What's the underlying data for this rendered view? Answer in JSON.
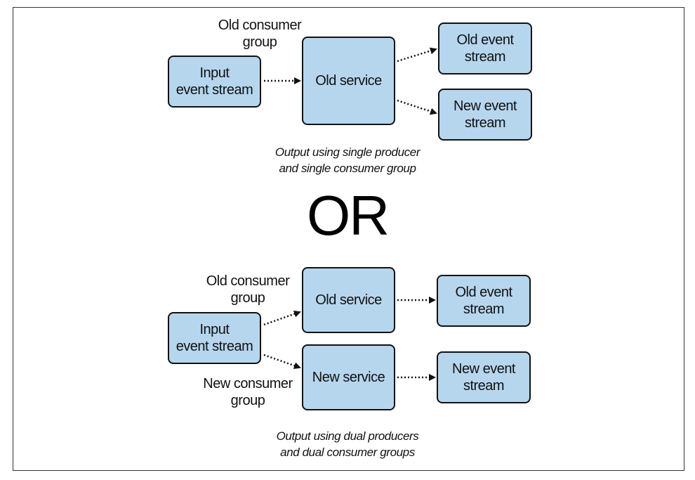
{
  "top": {
    "consumer_group_label": "Old consumer\ngroup",
    "input_box": "Input\nevent stream",
    "service_box": "Old service",
    "old_stream_box": "Old event\nstream",
    "new_stream_box": "New event\nstream",
    "caption": "Output using single producer\nand single consumer group"
  },
  "separator": "OR",
  "bottom": {
    "old_consumer_group_label": "Old consumer\ngroup",
    "new_consumer_group_label": "New consumer\ngroup",
    "input_box": "Input\nevent stream",
    "old_service_box": "Old service",
    "new_service_box": "New service",
    "old_stream_box": "Old event\nstream",
    "new_stream_box": "New event\nstream",
    "caption": "Output using dual producers\nand dual consumer groups"
  },
  "colors": {
    "box_fill": "#b6d6ee",
    "box_border": "#111111",
    "arrow": "#111111"
  }
}
